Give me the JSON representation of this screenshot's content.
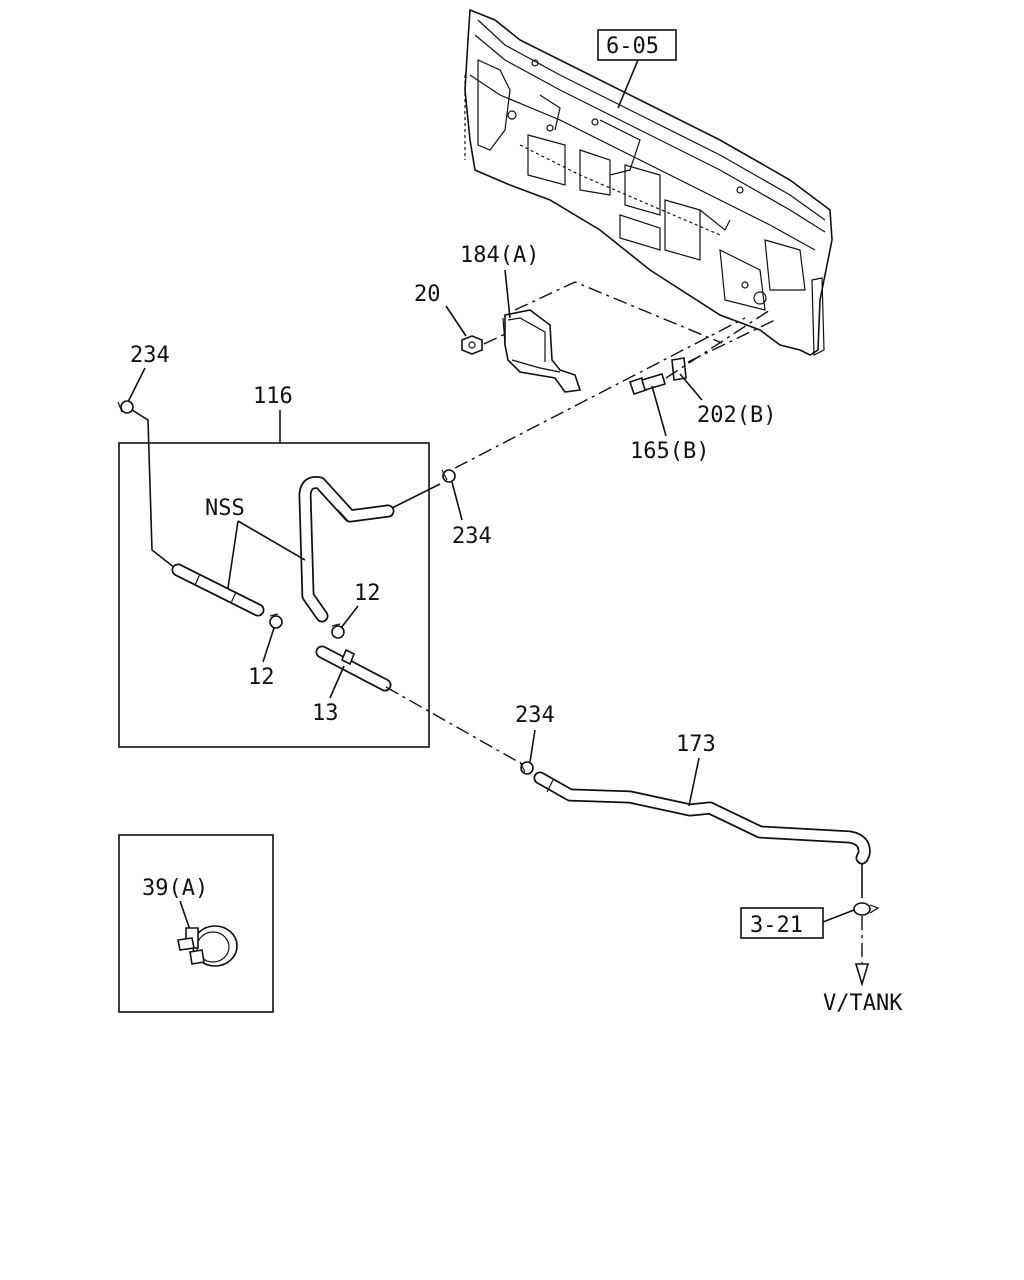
{
  "refs": {
    "panel": "6-05",
    "tank": "3-21"
  },
  "labels": {
    "bracket": "184(A)",
    "nut": "20",
    "clamp_top_left": "234",
    "hose_assembly": "116",
    "clamp_mid": "234",
    "washer": "202(B)",
    "bolt": "165(B)",
    "nss": "NSS",
    "clip_right": "12",
    "clip_left": "12",
    "joint": "13",
    "clamp_lower": "234",
    "hose_long": "173",
    "clip_inset": "39(A)",
    "destination": "V/TANK"
  }
}
